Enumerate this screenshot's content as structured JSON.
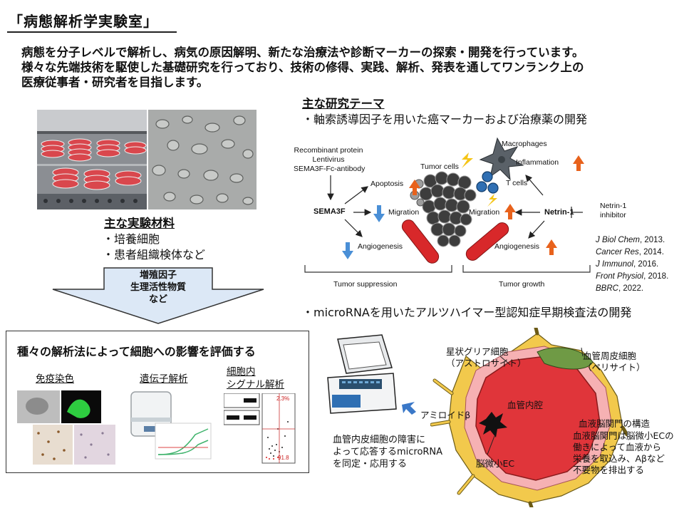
{
  "header": {
    "title": "「病態解析学実験室」",
    "intro_lines": [
      "病態を分子レベルで解析し、病気の原因解明、新たな治療法や診断マーカーの探索・開発を行っています。",
      "様々な先端技術を駆使した基礎研究を行っており、技術の修得、実践、解析、発表を通してワンランク上の",
      "医療従事者・研究者を目指します。"
    ]
  },
  "materials": {
    "heading": "主な実験材料",
    "items": [
      "・培養細胞",
      "・患者組織検体など"
    ]
  },
  "arrow": {
    "lines": [
      "増殖因子",
      "生理活性物質",
      "など"
    ]
  },
  "analysis": {
    "heading": "種々の解析法によって細胞への影響を評価する",
    "methods": [
      {
        "label": "免疫染色"
      },
      {
        "label": "遺伝子解析"
      },
      {
        "label_line1": "細胞内",
        "label_line2": "シグナル解析"
      }
    ],
    "flow_numbers": [
      "2.3%",
      "91.8"
    ]
  },
  "research": {
    "heading": "主な研究テーマ",
    "theme1": "・軸索誘導因子を用いた癌マーカーおよび治療薬の開発",
    "theme2": "・microRNAを用いたアルツハイマー型認知症早期検査法の開発"
  },
  "pathway": {
    "recombinant": [
      "Recombinant protein",
      "Lentivirus",
      "SEMA3F-Fc-antibody"
    ],
    "sema3f": "SEMA3F",
    "apoptosis": "Apoptosis",
    "migration_left": "Migration",
    "angiogenesis_left": "Angiogenesis",
    "tumor_cells": "Tumor cells",
    "macrophages": "Macrophages",
    "inflammation": "Inflammation",
    "t_cells": "T cells",
    "migration_right": "Migration",
    "netrin": "Netrin-1",
    "netrin_inhibitor": [
      "Netrin-1",
      "inhibitor"
    ],
    "angiogenesis_right": "Angiogenesis",
    "tumor_suppression": "Tumor suppression",
    "tumor_growth": "Tumor growth"
  },
  "references": [
    {
      "journal": "J Biol Chem",
      "year": ", 2013."
    },
    {
      "journal": "Cancer Res",
      "year": ", 2014."
    },
    {
      "journal": "J Immunol",
      "year": ", 2016."
    },
    {
      "journal": "Front Physiol",
      "year": ", 2018."
    },
    {
      "journal": "BBRC",
      "year": ", 2022."
    }
  ],
  "neuro": {
    "astro": [
      "星状グリア細胞",
      "（アストロサイト）"
    ],
    "pericyte": [
      "血管周皮細胞",
      "（ペリサイト）"
    ],
    "lumen": "血管内腔",
    "amyloid": "アミロイドβ",
    "bbb_title": "血液脳関門の構造",
    "bbb_desc": [
      "血液脳関門は脳微小ECの",
      "働きによって血液から",
      "栄養を取込み、Aβなど",
      "不要物を排出する"
    ],
    "ec": "脳微小EC",
    "caption": [
      "血管内皮細胞の障害に",
      "よって応答するmicroRNA",
      "を同定・応用する"
    ]
  },
  "colors": {
    "up_arrow": "#e8621c",
    "down_arrow": "#4a8fd6",
    "vessel_red": "#d8282a",
    "astro_yellow": "#f2c94c",
    "pericyte_green": "#6f9a45",
    "lumen_red": "#e0353a",
    "chevron_fill": "#dce8f6",
    "blue_arrow": "#3a78c8"
  }
}
